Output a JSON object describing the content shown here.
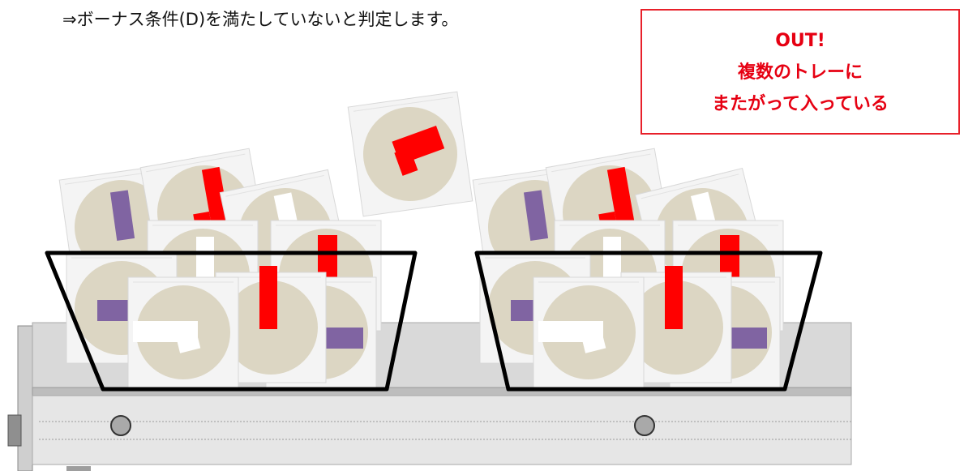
{
  "caption": "⇒ボーナス条件(D)を満たしていないと判定します。",
  "verdict": {
    "line1": "OUT!",
    "line2": "複数のトレーに",
    "line3": "またがって入っている"
  },
  "colors": {
    "verdict_red": "#e60012",
    "box_border": "#e8202a",
    "card_circle": "#dcd6c3",
    "card_face": "#f4f4f4",
    "mark_red": "#ff0000",
    "mark_purple": "#8064a2",
    "tray_outline": "#000000",
    "rail": "#d0d0d0"
  },
  "icons": [
    "card-icon",
    "tray-icon",
    "conveyor-rail-icon",
    "bolt-icon"
  ]
}
